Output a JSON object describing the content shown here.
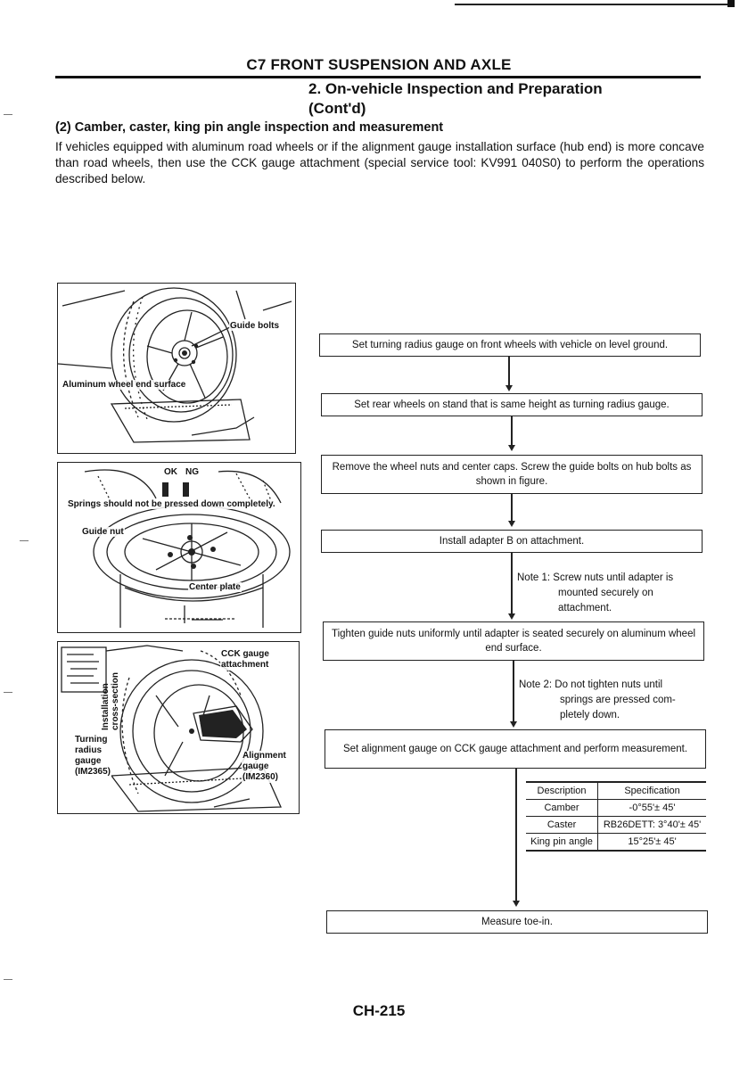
{
  "header": {
    "section_title": "C7 FRONT SUSPENSION AND AXLE",
    "sub_title_line1": "2. On-vehicle Inspection and Preparation",
    "sub_title_line2": "(Cont'd)"
  },
  "intro": {
    "heading": "(2) Camber, caster, king pin angle inspection and measurement",
    "text": "If vehicles equipped with aluminum road wheels or if the alignment gauge installation surface (hub end) is more concave than road wheels, then use the CCK gauge attachment (special service tool: KV991 040S0) to perform the operations described below."
  },
  "figures": {
    "fig1": {
      "guide_bolts": "Guide bolts",
      "surface": "Aluminum wheel end surface"
    },
    "fig2": {
      "ok": "OK",
      "ng": "NG",
      "springs": "Springs should not be pressed down completely.",
      "guide_nut": "Guide nut",
      "center_plate": "Center plate"
    },
    "fig3": {
      "cck_line1": "CCK gauge",
      "cck_line2": "attachment",
      "installation": "Installation",
      "cross_section": "cross-section",
      "turning_line1": "Turning",
      "turning_line2": "radius",
      "turning_line3": "gauge",
      "turning_line4": "(IM2365)",
      "align_line1": "Alignment",
      "align_line2": "gauge",
      "align_line3": "(IM2360)"
    }
  },
  "flow": {
    "step1": "Set turning radius gauge on front wheels with vehicle on level ground.",
    "step2": "Set rear wheels on stand that is same height as turning radius gauge.",
    "step3": "Remove the wheel nuts and center caps. Screw the guide bolts on hub bolts as shown in figure.",
    "step4": "Install adapter B on attachment.",
    "note1_line1": "Note 1:  Screw nuts until adapter is",
    "note1_line2": "mounted securely on",
    "note1_line3": "attachment.",
    "step5": "Tighten guide nuts uniformly until adapter is seated securely on aluminum wheel end surface.",
    "note2_line1": "Note 2:  Do not tighten nuts until",
    "note2_line2": "springs are pressed com-",
    "note2_line3": "pletely down.",
    "step6": "Set alignment gauge on CCK gauge attachment and perform measurement.",
    "step7": "Measure toe-in."
  },
  "spec_table": {
    "headers": [
      "Description",
      "Specification"
    ],
    "rows": [
      [
        "Camber",
        "-0°55'± 45'"
      ],
      [
        "Caster",
        "RB26DETT: 3°40'± 45'"
      ],
      [
        "King pin angle",
        "15°25'± 45'"
      ]
    ]
  },
  "page_number": "CH-215"
}
